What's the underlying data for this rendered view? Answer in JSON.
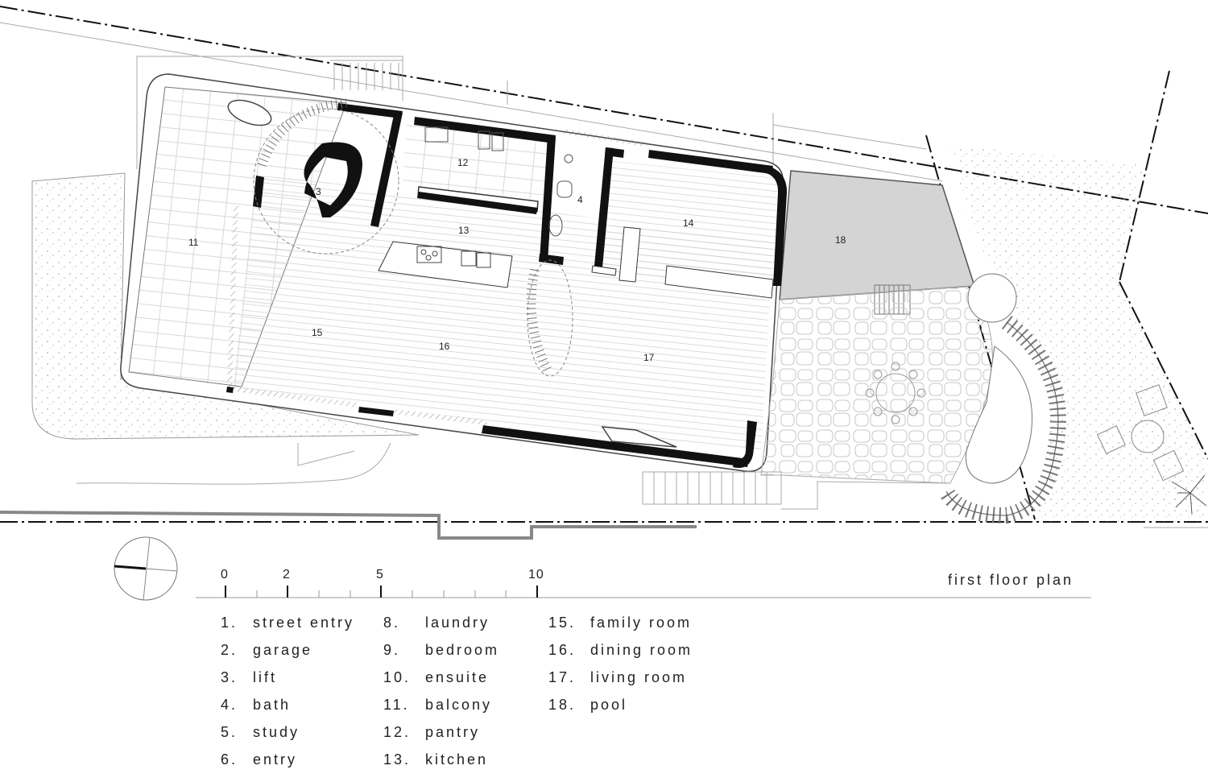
{
  "plan": {
    "title": "first floor plan",
    "room_labels": [
      {
        "id": "3",
        "text": "3"
      },
      {
        "id": "4",
        "text": "4"
      },
      {
        "id": "11",
        "text": "11"
      },
      {
        "id": "12",
        "text": "12"
      },
      {
        "id": "13",
        "text": "13"
      },
      {
        "id": "14",
        "text": "14"
      },
      {
        "id": "15",
        "text": "15"
      },
      {
        "id": "16",
        "text": "16"
      },
      {
        "id": "17",
        "text": "17"
      },
      {
        "id": "18",
        "text": "18"
      }
    ]
  },
  "scale": {
    "labels": [
      "0",
      "2",
      "5",
      "10"
    ]
  },
  "legend": {
    "col1": [
      {
        "num": "1.",
        "name": "street entry"
      },
      {
        "num": "2.",
        "name": "garage"
      },
      {
        "num": "3.",
        "name": "lift"
      },
      {
        "num": "4.",
        "name": "bath"
      },
      {
        "num": "5.",
        "name": "study"
      },
      {
        "num": "6.",
        "name": "entry"
      }
    ],
    "col2": [
      {
        "num": "8.",
        "name": "laundry"
      },
      {
        "num": "9.",
        "name": "bedroom"
      },
      {
        "num": "10.",
        "name": "ensuite"
      },
      {
        "num": "11.",
        "name": "balcony"
      },
      {
        "num": "12.",
        "name": "pantry"
      },
      {
        "num": "13.",
        "name": "kitchen"
      }
    ],
    "col3": [
      {
        "num": "15.",
        "name": "family room"
      },
      {
        "num": "16.",
        "name": "dining room"
      },
      {
        "num": "17.",
        "name": "living room"
      },
      {
        "num": "18.",
        "name": "pool"
      }
    ]
  },
  "colors": {
    "wall": "#111111",
    "line": "#555555",
    "pool_fill": "#d4d4d4",
    "hatch": "#bdbdbd"
  }
}
